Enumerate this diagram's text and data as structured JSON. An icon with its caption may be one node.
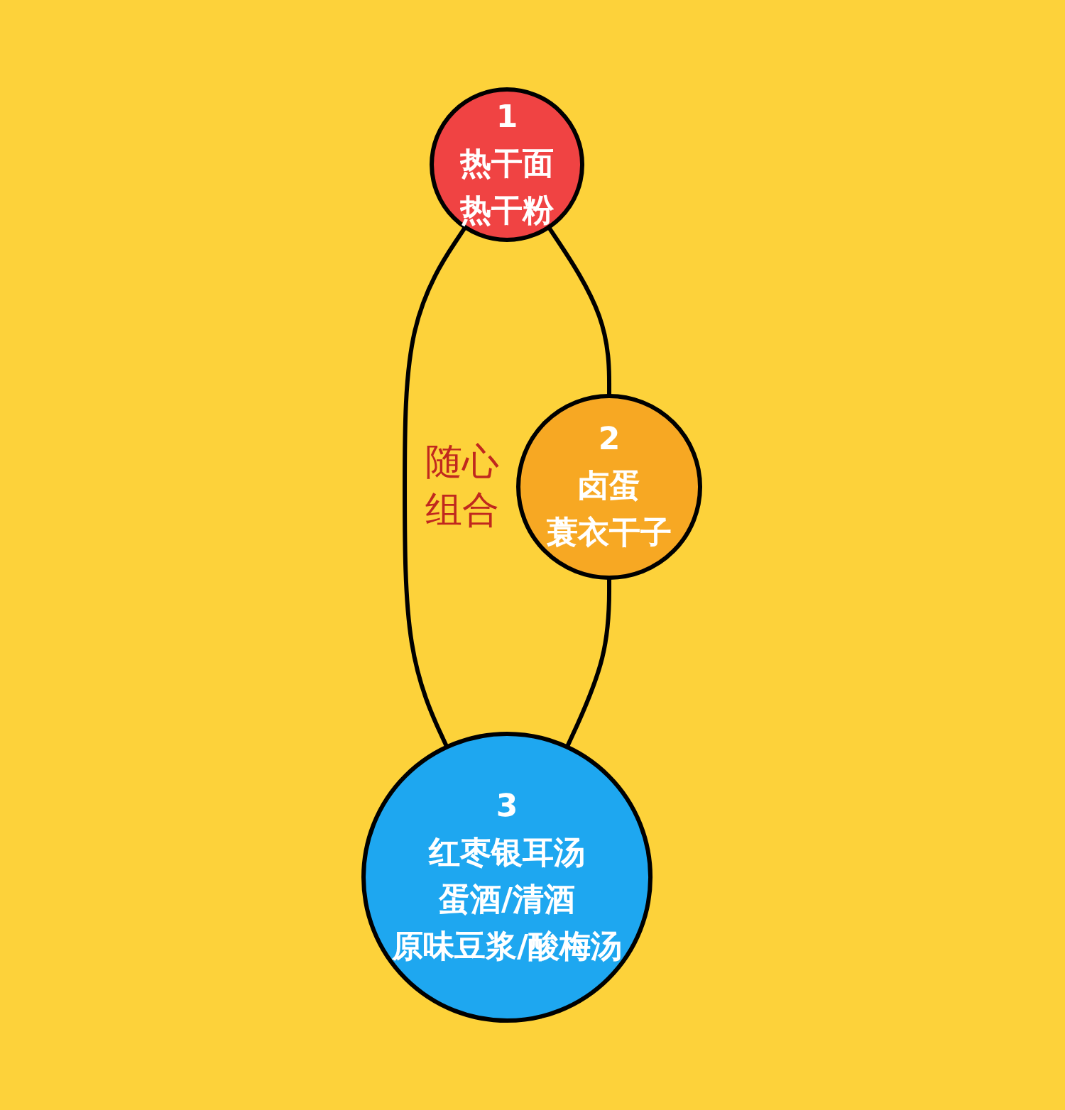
{
  "diagram": {
    "nodes": [
      {
        "text": [
          "1",
          "热干面",
          "热干粉"
        ]
      },
      {
        "text": [
          "2",
          "卤蛋",
          "蓑衣干子"
        ]
      },
      {
        "text": [
          "3",
          "红枣银耳汤",
          "蛋酒/清酒",
          "原味豆浆/酸梅汤"
        ]
      }
    ],
    "edges": [
      {
        "from": 0,
        "to": 1,
        "arrow": "none"
      },
      {
        "from": 0,
        "to": 2,
        "arrow": "none"
      },
      {
        "from": 1,
        "to": 2,
        "arrow": "none"
      }
    ],
    "labels": [
      "随心组合"
    ]
  }
}
